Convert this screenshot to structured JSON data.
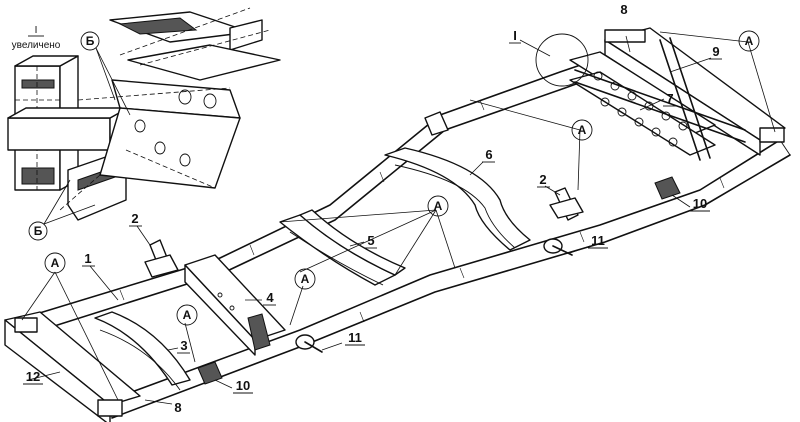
{
  "inset": {
    "roman": "I",
    "caption": "увеличено",
    "callout_b": "Б"
  },
  "labels": {
    "n1": "1",
    "n2": "2",
    "n3": "3",
    "n4": "4",
    "n5": "5",
    "n6": "6",
    "n7": "7",
    "n8": "8",
    "n9": "9",
    "n10": "10",
    "n11": "11",
    "n12": "12",
    "roman_i": "I",
    "a": "А"
  }
}
